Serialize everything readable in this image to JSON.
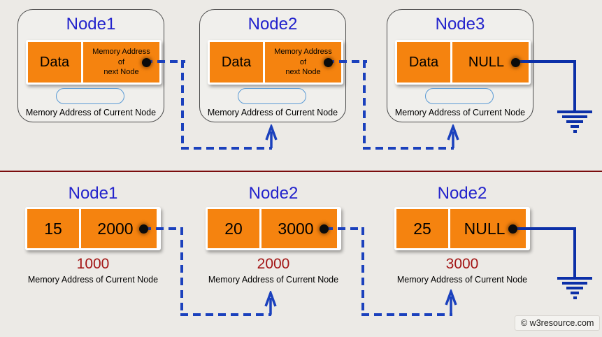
{
  "colors": {
    "page-bg": "#ECEAE6",
    "card-bg": "#F0EFEC",
    "card-border": "#4A4A4A",
    "orange": "#F5830F",
    "title-blue": "#2323CC",
    "dash-blue": "#1B41BD",
    "solid-blue": "#0C30A8",
    "divider-red": "#7A0D0D",
    "address-red": "#A31515",
    "pill-border": "#5B9BD5"
  },
  "top_section": {
    "nodes": [
      {
        "title": "Node1",
        "data_label": "Data",
        "next_label": "Memory Address\nof\nnext Node",
        "caption": "Memory Address of Current Node"
      },
      {
        "title": "Node2",
        "data_label": "Data",
        "next_label": "Memory Address\nof\nnext Node",
        "caption": "Memory Address of Current Node"
      },
      {
        "title": "Node3",
        "data_label": "Data",
        "next_label": "NULL",
        "caption": "Memory Address of Current Node"
      }
    ]
  },
  "bottom_section": {
    "nodes": [
      {
        "title": "Node1",
        "data_value": "15",
        "next_value": "2000",
        "address": "1000",
        "caption": "Memory Address of Current Node"
      },
      {
        "title": "Node2",
        "data_value": "20",
        "next_value": "3000",
        "address": "2000",
        "caption": "Memory Address of Current Node"
      },
      {
        "title": "Node2",
        "data_value": "25",
        "next_value": "NULL",
        "address": "3000",
        "caption": "Memory Address of Current Node"
      }
    ]
  },
  "watermark": "© w3resource.com"
}
